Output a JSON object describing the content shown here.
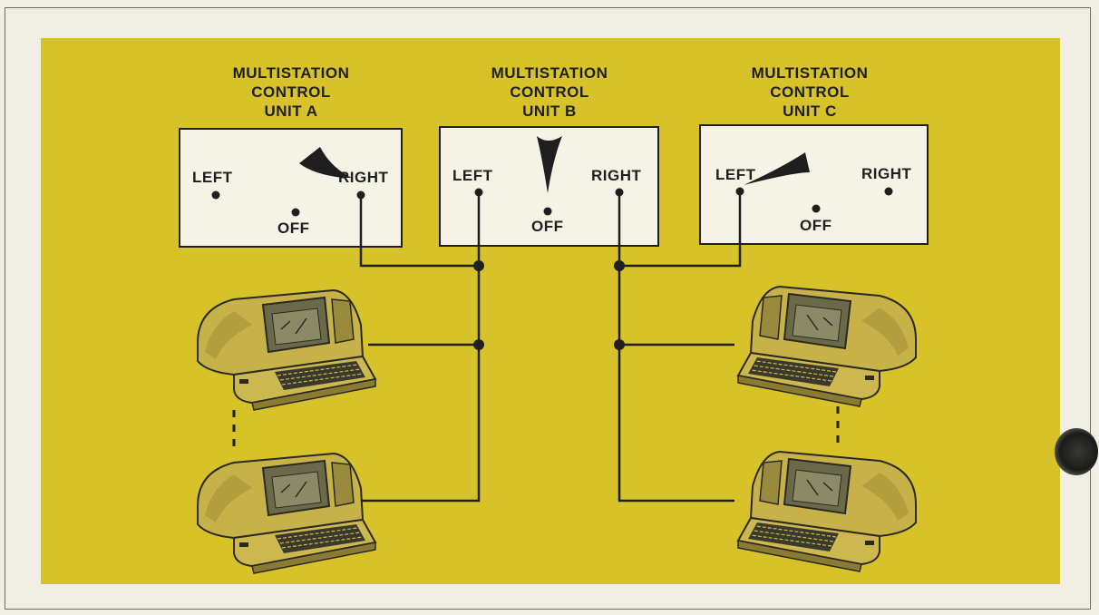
{
  "units": [
    {
      "title_line1": "MULTISTATION",
      "title_line2": "CONTROL",
      "title_line3": "UNIT A",
      "left": "LEFT",
      "right": "RIGHT",
      "off": "OFF",
      "switch_position": "right"
    },
    {
      "title_line1": "MULTISTATION",
      "title_line2": "CONTROL",
      "title_line3": "UNIT B",
      "left": "LEFT",
      "right": "RIGHT",
      "off": "OFF",
      "switch_position": "off"
    },
    {
      "title_line1": "MULTISTATION",
      "title_line2": "CONTROL",
      "title_line3": "UNIT C",
      "left": "LEFT",
      "right": "RIGHT",
      "off": "OFF",
      "switch_position": "left"
    }
  ],
  "colors": {
    "panel": "#d7c22a",
    "box": "#f5f3e6",
    "ink": "#1f1f1f",
    "terminal": "#c7b24a"
  },
  "terminals": {
    "left_column": 2,
    "right_column": 2,
    "ellipsis": "dashed"
  }
}
